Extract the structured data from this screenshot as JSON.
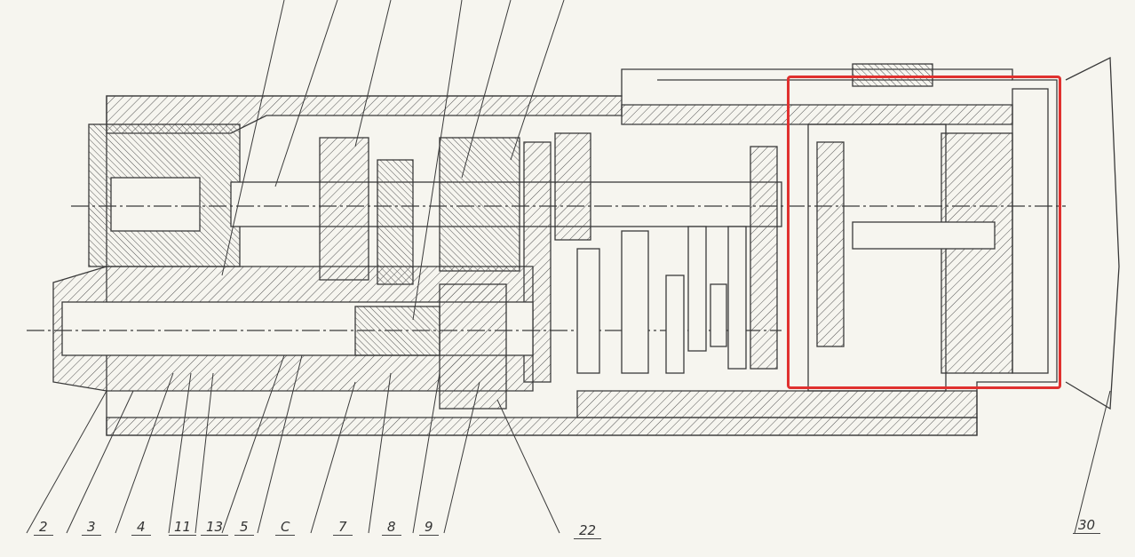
{
  "drawing": {
    "labels": [
      "2",
      "3",
      "4",
      "11",
      "13",
      "5",
      "C",
      "7",
      "8",
      "9",
      "22",
      "30"
    ],
    "highlight_color": "#e0312f",
    "line_color": "#3a3a3a"
  }
}
